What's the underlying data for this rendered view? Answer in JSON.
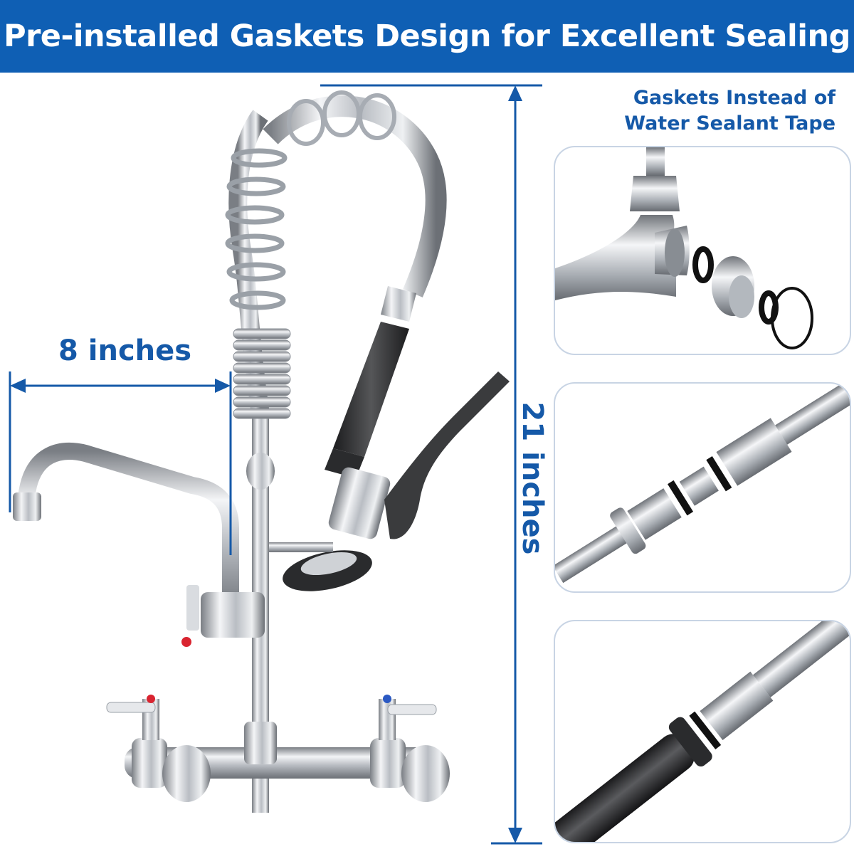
{
  "banner": {
    "title": "Pre-installed Gaskets Design for Excellent Sealing"
  },
  "dimensions": {
    "width_label": "8 inches",
    "height_label": "21 inches"
  },
  "callout": {
    "line1": "Gaskets Instead of",
    "line2": "Water Sealant Tape"
  },
  "colors": {
    "banner": "#0f5fb4",
    "accent": "#1559a8",
    "panel_border": "#c8d4e4"
  },
  "panels": [
    {
      "icon": "faucet-elbow-gasket-detail-icon"
    },
    {
      "icon": "hose-connector-gasket-detail-icon"
    },
    {
      "icon": "sprayer-handle-gasket-detail-icon"
    }
  ]
}
